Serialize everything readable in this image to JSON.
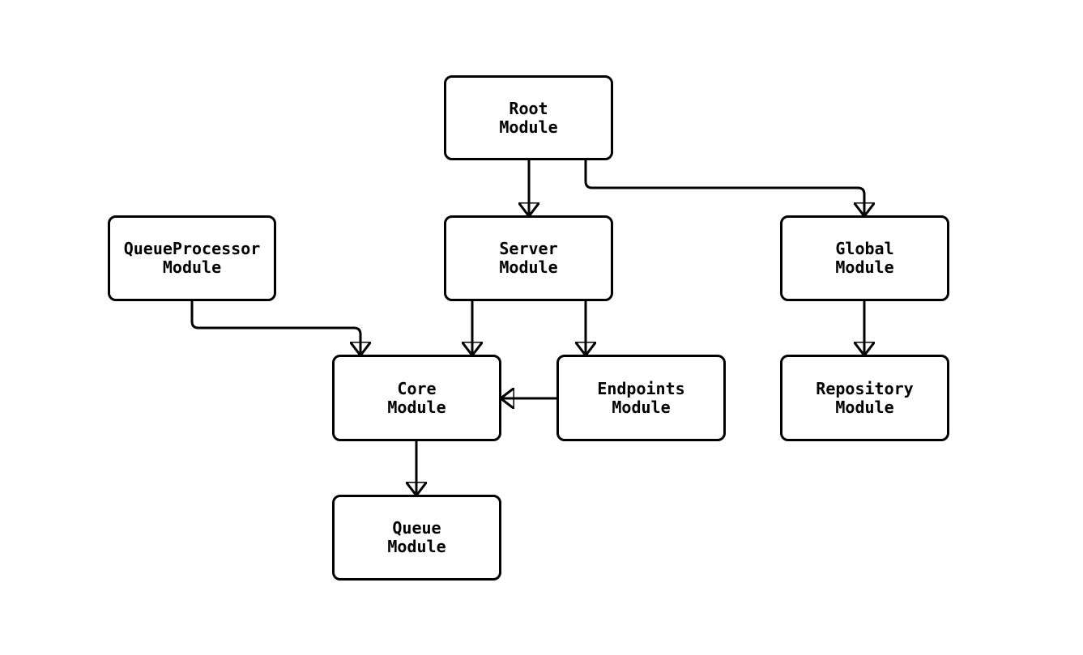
{
  "diagram": {
    "type": "module-dependency-flowchart",
    "direction": "top-down",
    "colors": {
      "background": "#ffffff",
      "node_fill": "#ffffff",
      "node_border": "#000000",
      "edge": "#000000",
      "text": "#000000"
    },
    "nodes": [
      {
        "id": "root",
        "label": "Root\nModule"
      },
      {
        "id": "queueprocessor",
        "label": "QueueProcessor\nModule"
      },
      {
        "id": "server",
        "label": "Server\nModule"
      },
      {
        "id": "global",
        "label": "Global\nModule"
      },
      {
        "id": "core",
        "label": "Core\nModule"
      },
      {
        "id": "endpoints",
        "label": "Endpoints\nModule"
      },
      {
        "id": "repository",
        "label": "Repository\nModule"
      },
      {
        "id": "queue",
        "label": "Queue\nModule"
      }
    ],
    "edges": [
      {
        "from": "root",
        "to": "server"
      },
      {
        "from": "root",
        "to": "global"
      },
      {
        "from": "queueprocessor",
        "to": "core"
      },
      {
        "from": "server",
        "to": "core"
      },
      {
        "from": "server",
        "to": "endpoints"
      },
      {
        "from": "endpoints",
        "to": "core"
      },
      {
        "from": "global",
        "to": "repository"
      },
      {
        "from": "core",
        "to": "queue"
      }
    ]
  }
}
